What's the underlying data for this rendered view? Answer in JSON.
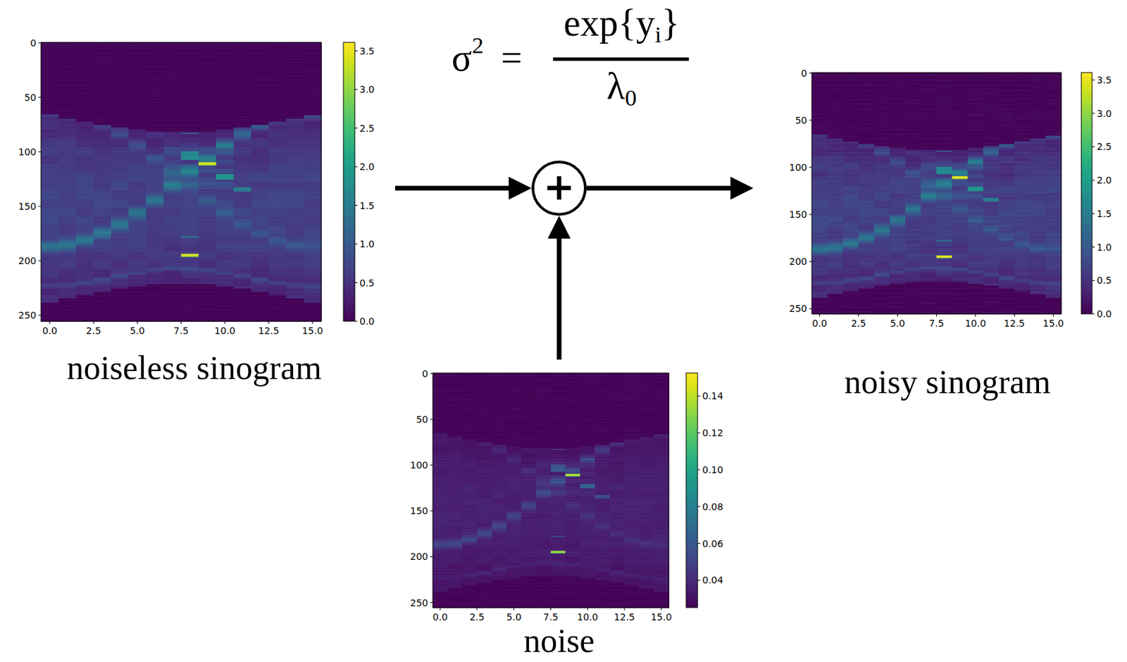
{
  "diagram": {
    "nodes": [
      {
        "text": [
          "noiseless sinogram"
        ]
      },
      {
        "text": [
          "+"
        ]
      },
      {
        "text": [
          "noise"
        ]
      },
      {
        "text": [
          "noisy sinogram"
        ]
      }
    ],
    "edges": [
      {
        "from": 0,
        "to": 1,
        "arrow": "to"
      },
      {
        "from": 2,
        "to": 1,
        "arrow": "to"
      },
      {
        "from": 1,
        "to": 3,
        "arrow": "to"
      }
    ],
    "labels": [
      "σ",
      "2",
      "=",
      "exp{y",
      "i",
      "}",
      "λ",
      "0",
      "0",
      "50",
      "100",
      "150",
      "200",
      "250",
      "0.0",
      "2.5",
      "5.0",
      "7.5",
      "10.0",
      "12.5",
      "15.0",
      "3.5",
      "3.0",
      "2.5",
      "2.0",
      "1.5",
      "1.0",
      "0.5",
      "0.0",
      "0",
      "50",
      "100",
      "150",
      "200",
      "250",
      "0.0",
      "2.5",
      "5.0",
      "7.5",
      "10.0",
      "12.5",
      "15.0",
      "3.5",
      "3.0",
      "2.5",
      "2.0",
      "1.5",
      "1.0",
      "0.5",
      "0.0",
      "0",
      "50",
      "100",
      "150",
      "200",
      "250",
      "0.0",
      "2.5",
      "5.0",
      "7.5",
      "10.0",
      "12.5",
      "15.0",
      "0.14",
      "0.12",
      "0.10",
      "0.08",
      "0.06",
      "0.04"
    ]
  }
}
